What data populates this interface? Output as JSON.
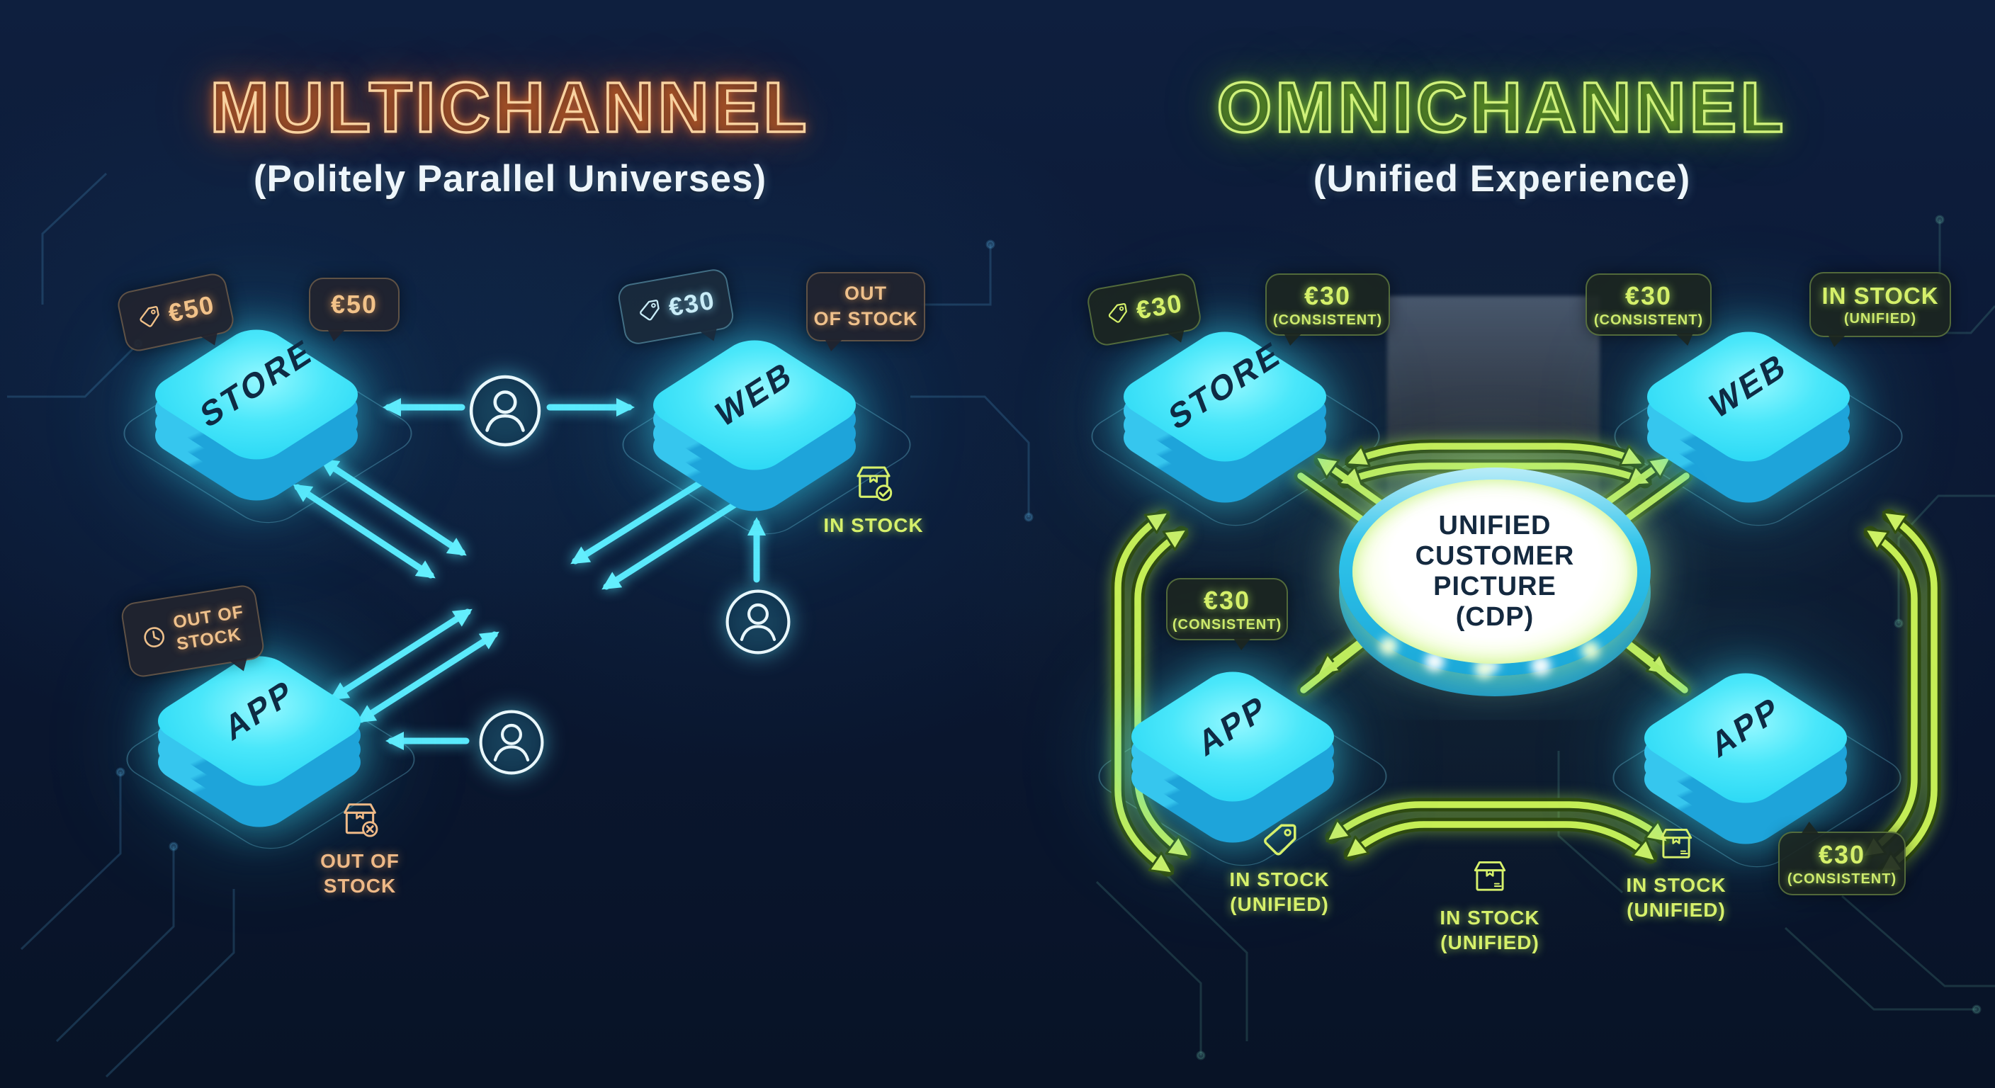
{
  "colors": {
    "background": "#0b1834",
    "node_cyan": "#3fe4f9",
    "arrow_cyan": "#5beafc",
    "arrow_green": "#c6ee55",
    "neon_orange": "#f8d2a0",
    "neon_green": "#cff07a",
    "badge_orange_text": "#f2c289",
    "badge_green_text": "#d5f06a",
    "badge_cyan_text": "#c9ecf7",
    "navy_label": "#0e2b44"
  },
  "left": {
    "title": "MULTICHANNEL",
    "subtitle": "(Politely Parallel Universes)",
    "store_label": "STORE",
    "web_label": "WEB",
    "app_label": "APP",
    "store_tag_price": "€50",
    "store_price": "€50",
    "web_tag_price": "€30",
    "web_oos_l1": "OUT",
    "web_oos_l2": "OF STOCK",
    "web_instock": "IN STOCK",
    "app_oos_l1": "OUT OF",
    "app_oos_l2": "STOCK",
    "app_below_l1": "OUT OF",
    "app_below_l2": "STOCK"
  },
  "right": {
    "title": "OMNICHANNEL",
    "subtitle": "(Unified Experience)",
    "store_label": "STORE",
    "web_label": "WEB",
    "app_left_label": "APP",
    "app_right_label": "APP",
    "cdp_l1": "UNIFIED",
    "cdp_l2": "CUSTOMER",
    "cdp_l3": "PICTURE",
    "cdp_l4": "(CDP)",
    "store_tag_price": "€30",
    "store_price": "€30",
    "store_price_sub": "(CONSISTENT)",
    "web_price": "€30",
    "web_price_sub": "(CONSISTENT)",
    "web_stock": "IN STOCK",
    "web_stock_sub": "(UNIFIED)",
    "app_left_price": "€30",
    "app_left_price_sub": "(CONSISTENT)",
    "app_right_price": "€30",
    "app_right_price_sub": "(CONSISTENT)",
    "stock_tag_l1": "IN STOCK",
    "stock_tag_l2": "(UNIFIED)",
    "stock_center_l1": "IN STOCK",
    "stock_center_l2": "(UNIFIED)",
    "stock_right_l1": "IN STOCK",
    "stock_right_l2": "(UNIFIED)"
  }
}
